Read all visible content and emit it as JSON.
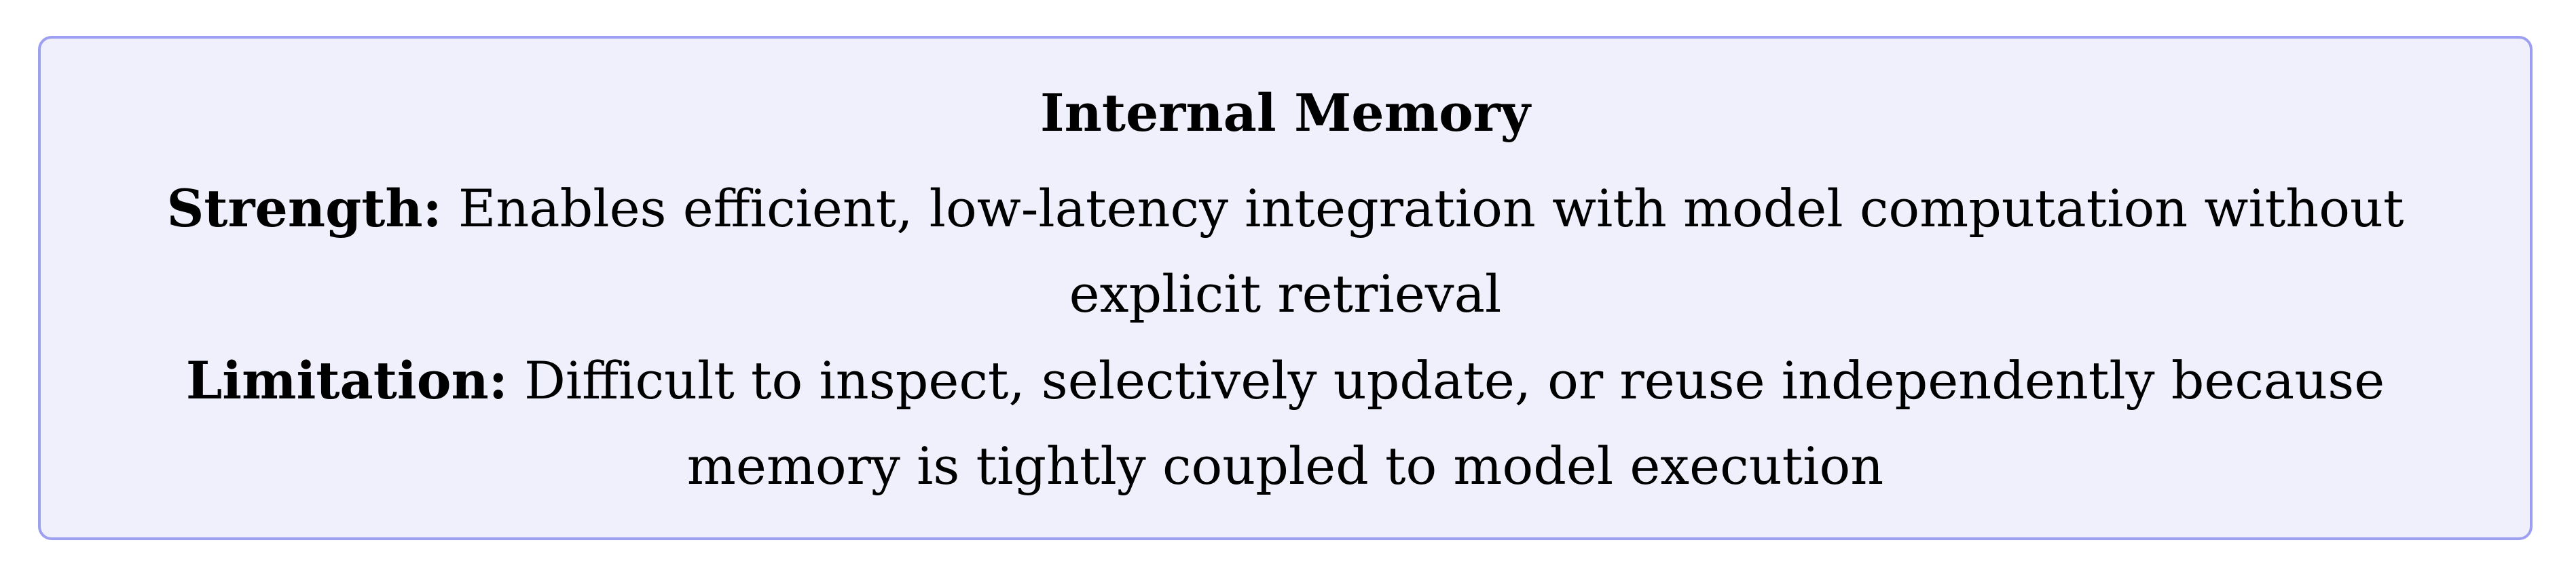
{
  "box": {
    "title": "Internal Memory",
    "strength": {
      "label": "Strength:",
      "text": "Enables efficient, low-latency integration with model computation without explicit retrieval"
    },
    "limitation": {
      "label": "Limitation:",
      "text": "Difficult to inspect, selectively update, or reuse independently because memory is tightly coupled to model execution"
    }
  },
  "colors": {
    "background": "#f0f0fc",
    "border": "#9d9ff0",
    "text": "#000000"
  }
}
